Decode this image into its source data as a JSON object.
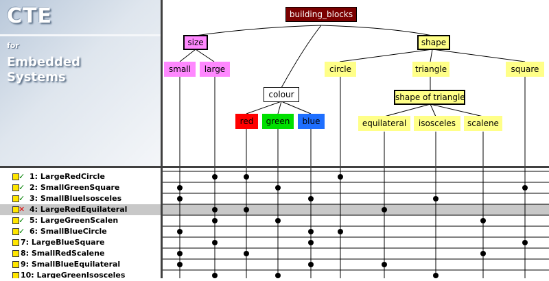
{
  "logo": {
    "title": "CTE",
    "for": "for",
    "subtitle_line1": "Embedded",
    "subtitle_line2": "Systems"
  },
  "tree": {
    "root": "building_blocks",
    "classifications": {
      "size": "size",
      "colour": "colour",
      "shape": "shape",
      "shape_of_triangle": "shape of triangle"
    },
    "classes": {
      "small": "small",
      "large": "large",
      "red": "red",
      "green": "green",
      "blue": "blue",
      "circle": "circle",
      "triangle": "triangle",
      "square": "square",
      "equilateral": "equilateral",
      "isosceles": "isosceles",
      "scalene": "scalene"
    },
    "colors": {
      "root_bg": "#7a0000",
      "root_text": "#ffffff",
      "size_bg": "#ff88ff",
      "colour_bg": "#ffffff",
      "red_bg": "#ff0000",
      "green_bg": "#00e000",
      "blue_bg": "#1e6fff",
      "shape_bg": "#ffff88",
      "line": "#000000"
    }
  },
  "columns": [
    "small",
    "large",
    "red",
    "green",
    "blue",
    "circle",
    "equilateral",
    "isosceles",
    "scalene",
    "square"
  ],
  "test_cases": [
    {
      "label": "1: LargeRedCircle",
      "status": "ok",
      "marks": [
        "large",
        "red",
        "circle"
      ]
    },
    {
      "label": "2: SmallGreenSquare",
      "status": "ok",
      "marks": [
        "small",
        "green",
        "square"
      ]
    },
    {
      "label": "3: SmallBlueIsosceles",
      "status": "ok",
      "marks": [
        "small",
        "blue",
        "isosceles"
      ]
    },
    {
      "label": "4: LargeRedEquilateral",
      "status": "fail",
      "marks": [
        "large",
        "red",
        "equilateral"
      ]
    },
    {
      "label": "5: LargeGreenScalen",
      "status": "ok",
      "marks": [
        "large",
        "green",
        "scalene"
      ]
    },
    {
      "label": "6: SmallBlueCircle",
      "status": "ok",
      "marks": [
        "small",
        "blue",
        "circle"
      ]
    },
    {
      "label": "7: LargeBlueSquare",
      "status": "none",
      "marks": [
        "large",
        "blue",
        "square"
      ]
    },
    {
      "label": "8: SmallRedScalene",
      "status": "none",
      "marks": [
        "small",
        "red",
        "scalene"
      ]
    },
    {
      "label": "9: SmallBlueEquilateral",
      "status": "none",
      "marks": [
        "small",
        "blue",
        "equilateral"
      ]
    },
    {
      "label": "10: LargeGreenIsosceles",
      "status": "none",
      "marks": [
        "large",
        "green",
        "isosceles"
      ]
    }
  ],
  "selected_row": 3,
  "status_glyphs": {
    "ok": "✓",
    "fail": "✕",
    "none": ""
  },
  "status_colors": {
    "ok": "#008000",
    "fail": "#e00000"
  },
  "selection_color": "#c8c8c8"
}
